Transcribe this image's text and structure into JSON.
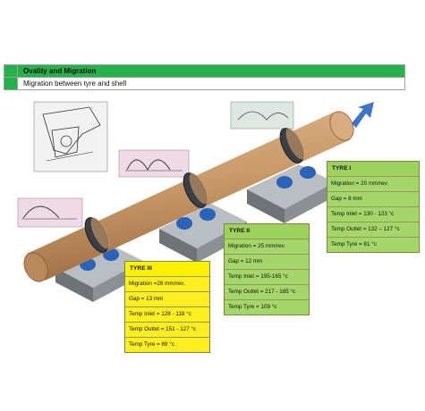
{
  "header": {
    "title": "Ovality and Migration",
    "subtitle": "Migration between tyre and shell"
  },
  "tyres": [
    {
      "id": "tyre1",
      "name": "TYRE I",
      "color": "#9ed25f",
      "rows": [
        "Migration = 20  mm/rev.",
        "Gap = 8  mm",
        "Temp Inlet = 130 - 123 °c",
        "Temp Outlet = 132 – 127 °c",
        "Temp Tyre  = 81 °c"
      ]
    },
    {
      "id": "tyre2",
      "name": "TYRE II",
      "color": "#9ed25f",
      "rows": [
        "Migration = 25 mm/rev.",
        "Gap = 12 mm",
        "Temp Inlet = 195-165 °c",
        "Temp Outlet = 217 - 185 °c",
        "Temp Tyre  = 109 °c"
      ]
    },
    {
      "id": "tyre3",
      "name": "TYRE III",
      "color": "#fff200",
      "rows": [
        "Migration =28 mm/rev.",
        "Gap = 13  mm",
        "Temp Inlet = 128 - 118 °c",
        "Temp Outlet = 151 - 127 °c",
        "Temp Tyre  = 69  °c"
      ]
    }
  ],
  "colors": {
    "kiln": "#c99a6a",
    "kiln_shadow": "#a9794a",
    "header_green": "#27b14a",
    "arrow": "#3f74c9"
  },
  "icons": [
    "arrow-icon",
    "kiln-illustration",
    "sketch-photo"
  ]
}
